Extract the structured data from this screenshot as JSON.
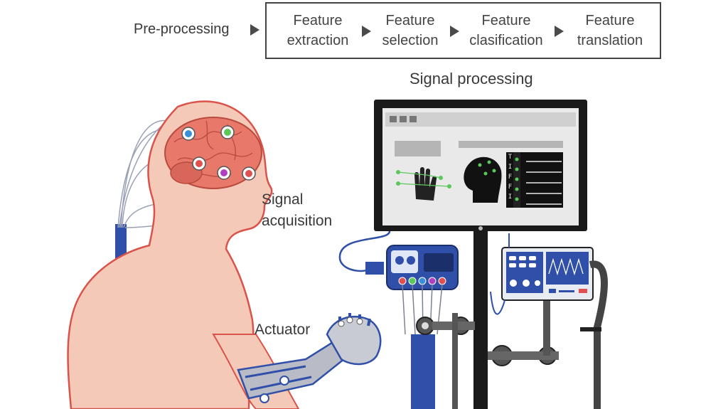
{
  "pipeline": {
    "preprocessing": "Pre-processing",
    "steps": [
      {
        "line1": "Feature",
        "line2": "extraction"
      },
      {
        "line1": "Feature",
        "line2": "selection"
      },
      {
        "line1": "Feature",
        "line2": "clasification"
      },
      {
        "line1": "Feature",
        "line2": "translation"
      }
    ]
  },
  "labels": {
    "signal_processing": "Signal processing",
    "signal_acquisition_1": "Signal",
    "signal_acquisition_2": "acquisition",
    "actuator": "Actuator"
  },
  "monitor_letters": [
    "T",
    "I",
    "F",
    "F",
    "I"
  ],
  "colors": {
    "skin": "#f5c9b8",
    "skin_outline": "#d9534a",
    "brain": "#e8786a",
    "device_blue": "#2f4fa8",
    "screen_gray": "#e9e9e9",
    "electrode_green": "#5cc85c"
  }
}
